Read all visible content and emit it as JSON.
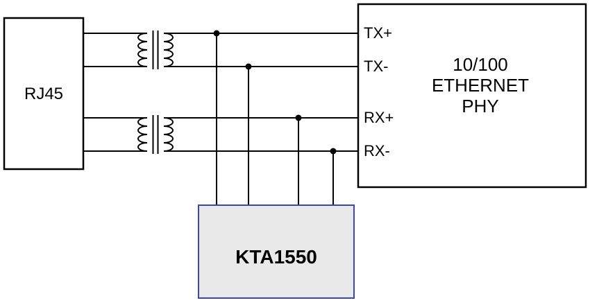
{
  "schematic": {
    "rj45_label": "RJ45",
    "phy": {
      "pin_labels": [
        "TX+",
        "TX-",
        "RX+",
        "RX-"
      ],
      "title_lines": [
        "10/100",
        "ETHERNET",
        "PHY"
      ]
    },
    "kta_label": "KTA1550",
    "colors": {
      "wire": "#000000",
      "box_border": "#000000",
      "kta_border": "#3a45bb",
      "kta_fill": "#e9e9e9",
      "background": "#ffffff"
    }
  }
}
